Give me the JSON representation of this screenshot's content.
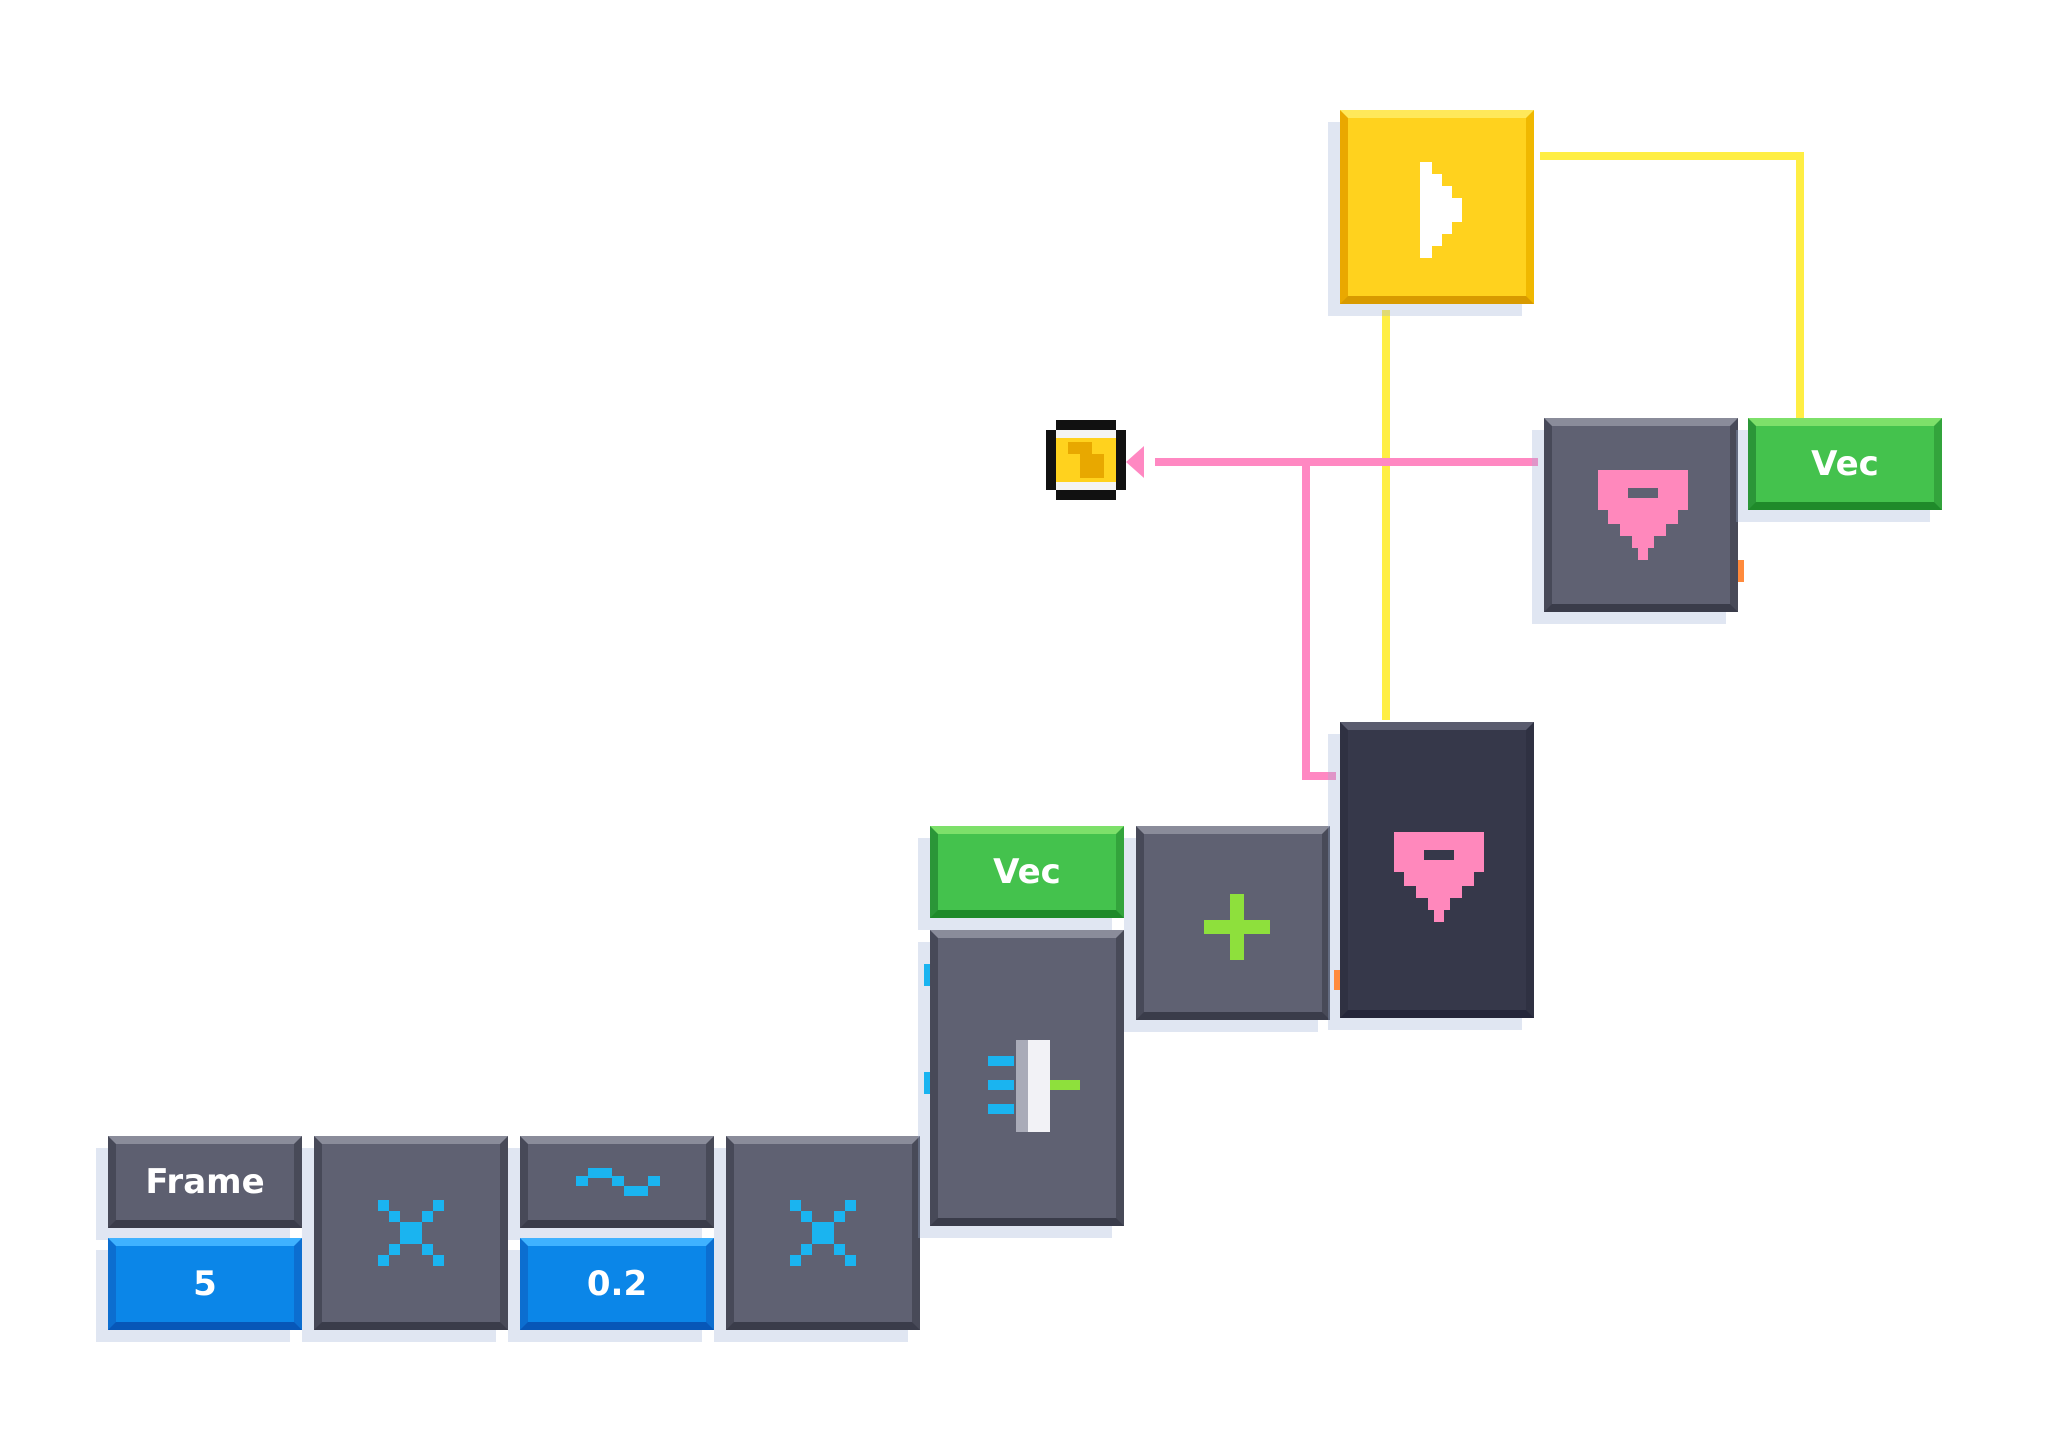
{
  "nodes": {
    "frame": {
      "label": "Frame",
      "value": "5"
    },
    "wave": {
      "value": "0.2"
    },
    "vec_lower": {
      "label": "Vec"
    },
    "vec_upper": {
      "label": "Vec"
    }
  },
  "icons": {
    "multiply": "multiply-icon",
    "wave": "wave-icon",
    "split": "split-vector-icon",
    "add": "plus-icon",
    "shape": "shield-drop-icon",
    "play": "play-icon",
    "target": "target-marker-icon"
  },
  "colors": {
    "node": "#5f6172",
    "node_dark": "#36384a",
    "value": "#0b86e8",
    "vec": "#44c24d",
    "yellow": "#ffd21e",
    "wire_pink": "#ff88c2",
    "wire_yellow": "#ffee44",
    "icon_blue": "#1ab4f0",
    "icon_green": "#8ee03c",
    "icon_pink": "#ff88bc"
  }
}
